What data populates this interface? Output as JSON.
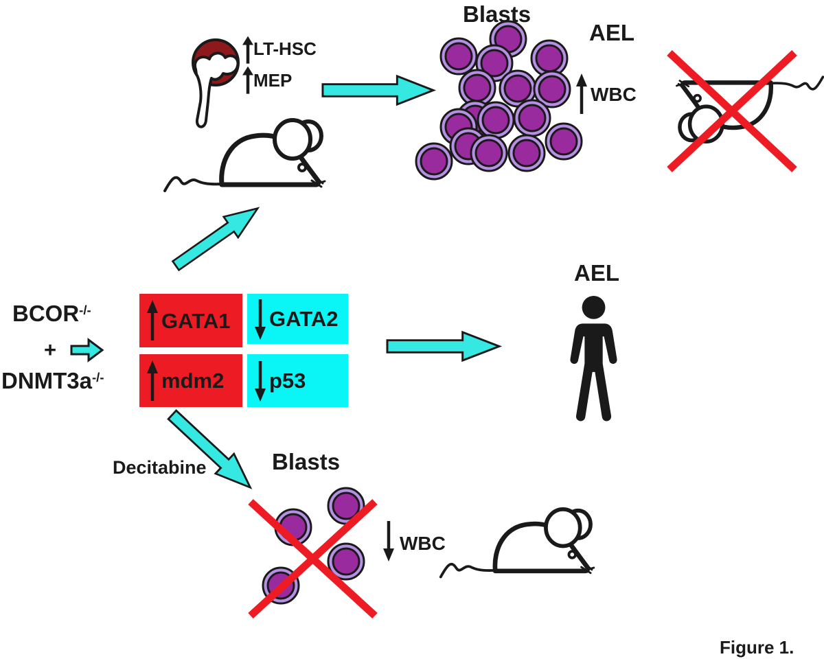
{
  "figure_caption": "Figure 1.",
  "genotype": {
    "gene1": "BCOR",
    "gene1_sup": "-/-",
    "plus": "+",
    "gene2": "DNMT3a",
    "gene2_sup": "-/-"
  },
  "bone_marrow": {
    "lt_hsc": "LT-HSC",
    "mep": "MEP",
    "lt_hsc_change": "up",
    "mep_change": "up"
  },
  "expression_boxes": [
    {
      "label": "GATA1",
      "change": "up",
      "color": "red"
    },
    {
      "label": "GATA2",
      "change": "down",
      "color": "cyan"
    },
    {
      "label": "mdm2",
      "change": "up",
      "color": "red"
    },
    {
      "label": "p53",
      "change": "down",
      "color": "cyan"
    }
  ],
  "mouse_outcome": {
    "blasts": "Blasts",
    "ael": "AEL",
    "wbc": "WBC",
    "wbc_change": "up"
  },
  "human_outcome": {
    "ael": "AEL"
  },
  "treatment": {
    "drug": "Decitabine",
    "blasts": "Blasts",
    "wbc": "WBC",
    "wbc_change": "down"
  },
  "colors": {
    "red": "#ED1C24",
    "cyan_box": "#0AF6F6",
    "cyan_arrow": "#35E9E2",
    "bone_red": "#8E191C",
    "cell_ring": "#B690E2",
    "cell_core": "#9A2B9E",
    "ink": "#1A1A1A"
  }
}
